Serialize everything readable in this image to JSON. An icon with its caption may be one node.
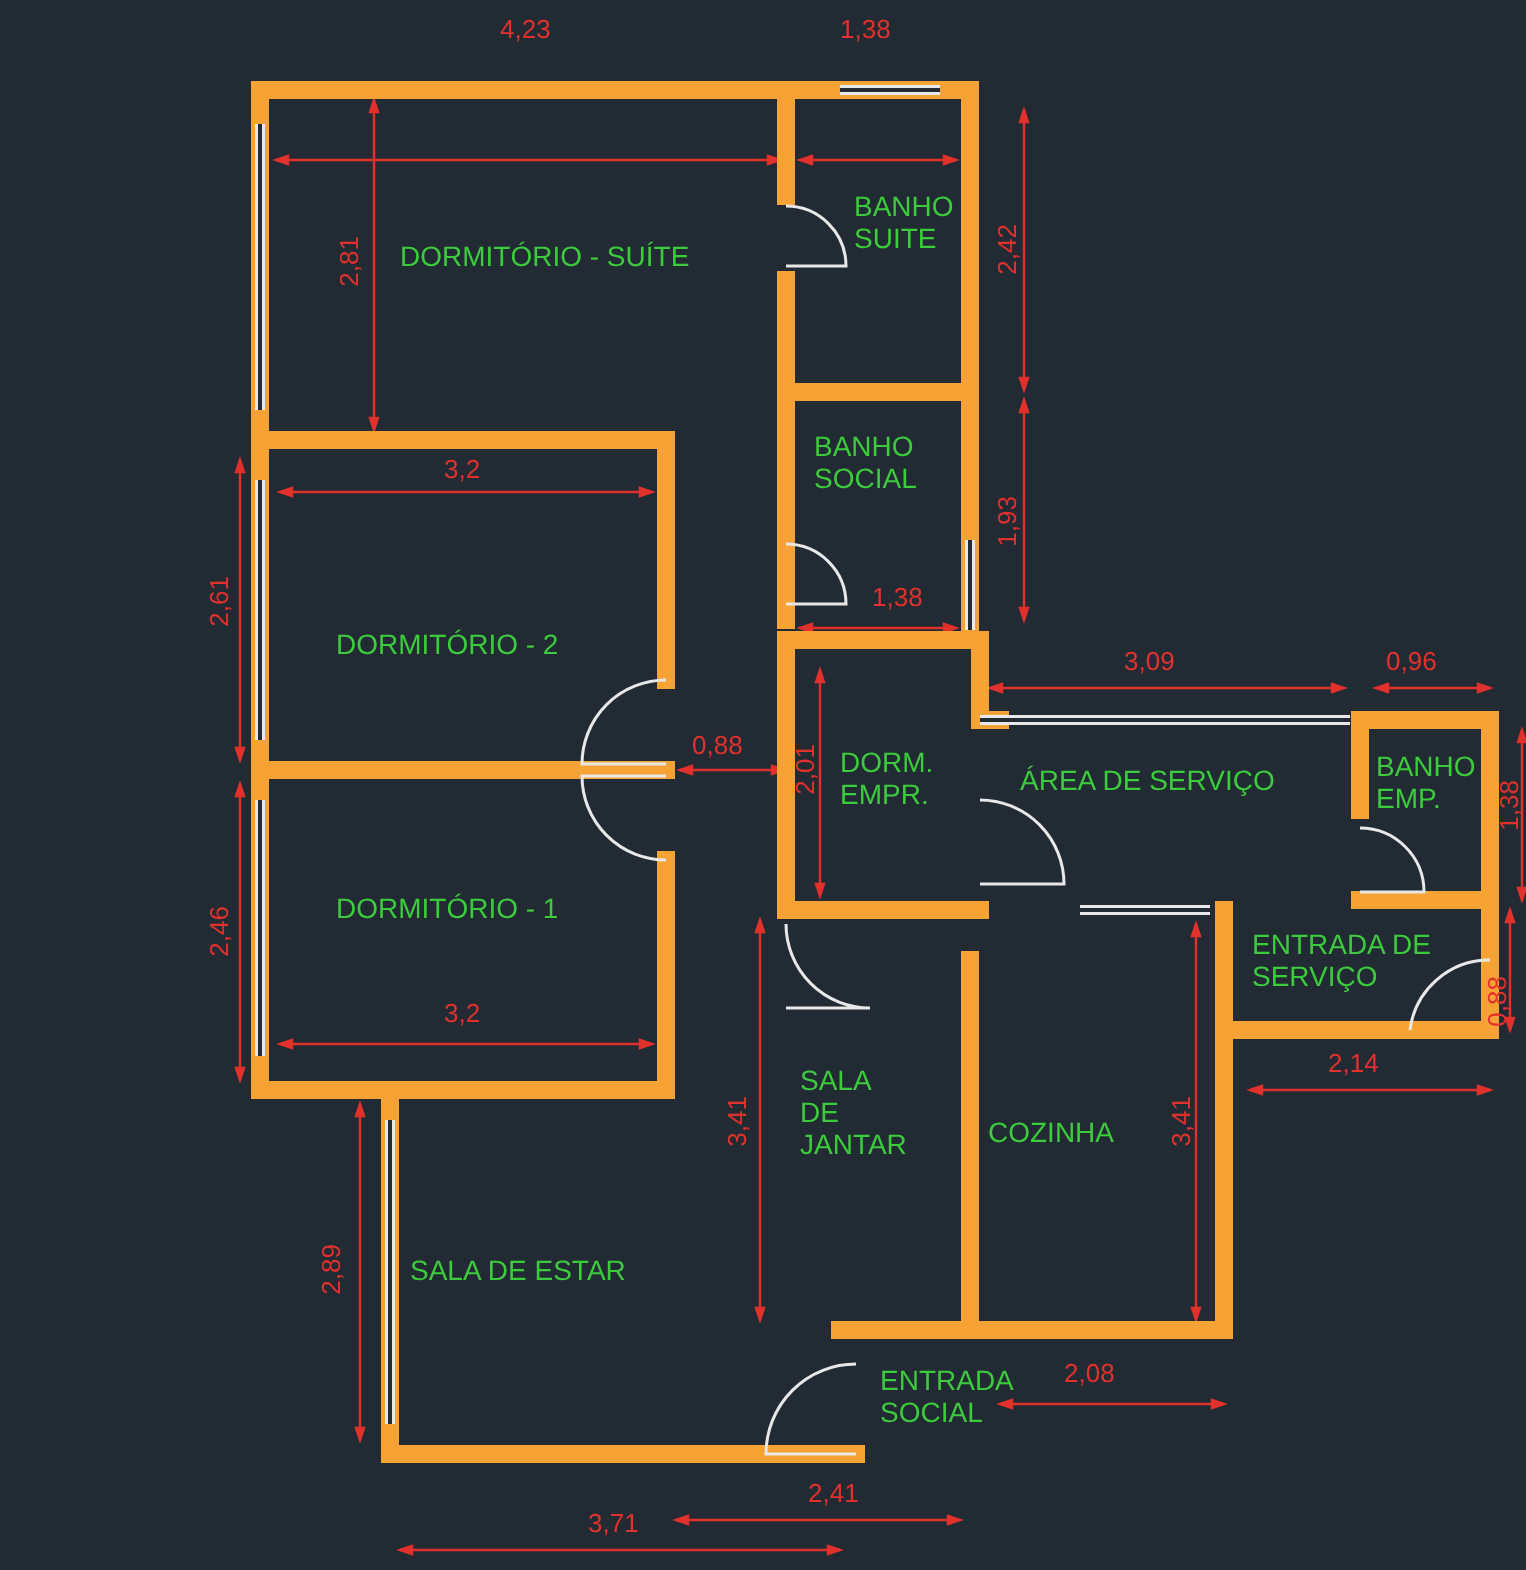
{
  "diagram": {
    "labels": [
      "4,23",
      "1,38",
      "DORMITÓRIO - SUÍTE",
      "BANHO SUITE",
      "2,81",
      "2,42",
      "BANHO SOCIAL",
      "3,2",
      "1,93",
      "2,61",
      "DORMITÓRIO - 2",
      "1,38",
      "3,09",
      "0,96",
      "0,88",
      "2,01",
      "DORM. EMPR.",
      "ÁREA DE SERVIÇO",
      "BANHO EMP.",
      "1,38",
      "DORMITÓRIO - 1",
      "2,46",
      "ENTRADA DE SERVIÇO",
      "0,88",
      "3,2",
      "2,14",
      "SALA DE JANTAR",
      "3,41",
      "COZINHA",
      "3,41",
      "2,89",
      "SALA DE ESTAR",
      "ENTRADA SOCIAL",
      "2,08",
      "2,41",
      "3,71"
    ]
  }
}
